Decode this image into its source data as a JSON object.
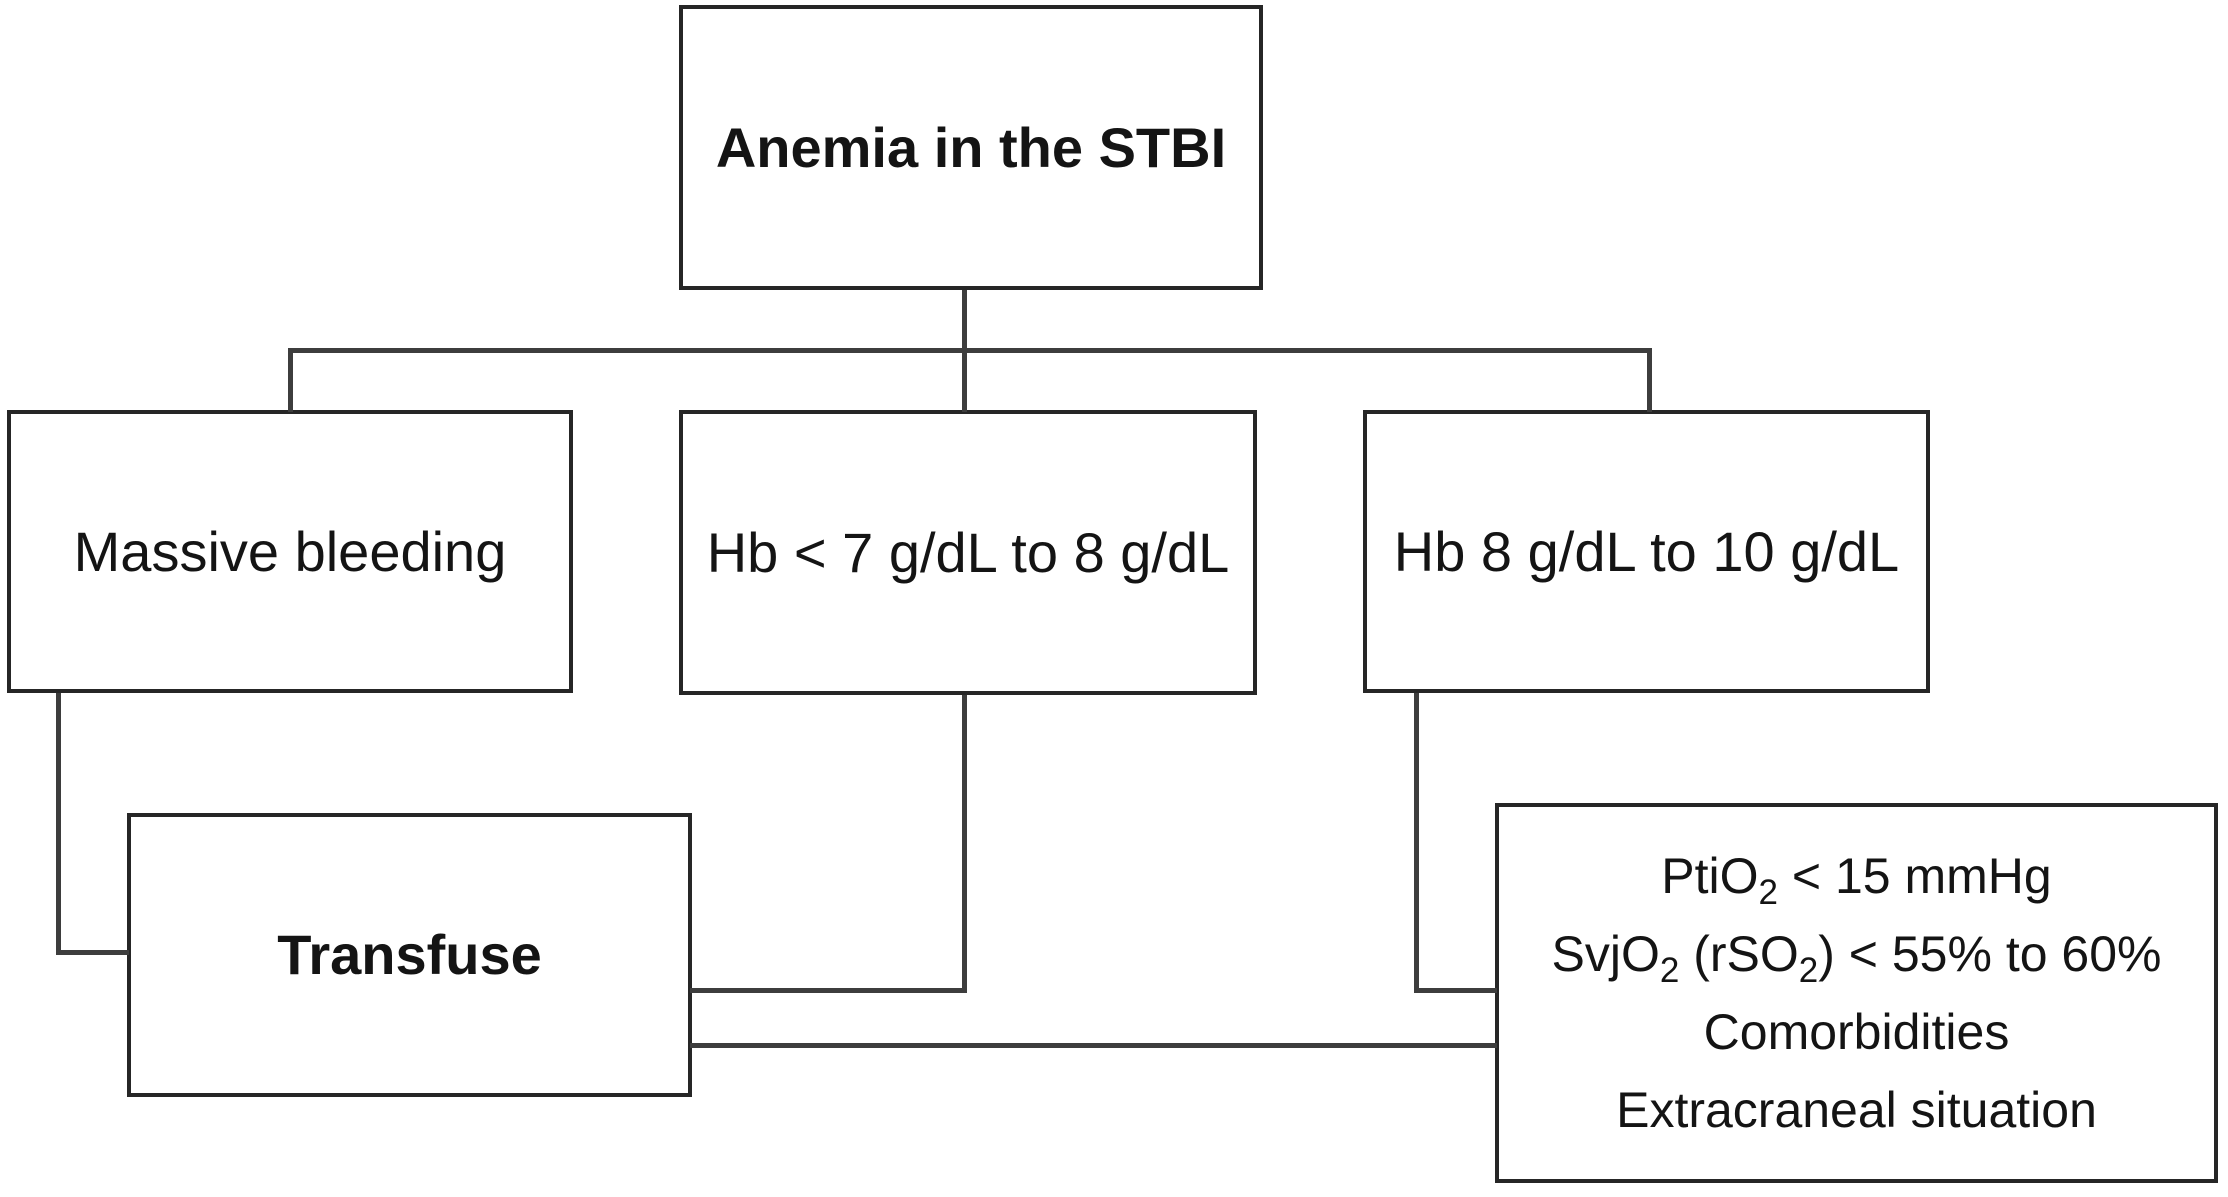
{
  "diagram": {
    "background_color": "#ffffff",
    "border_color": "#262626",
    "line_color": "#3d3d3d",
    "text_color": "#141414",
    "nodes": {
      "root": {
        "label": "Anemia in the STBI",
        "emphasis": "bold"
      },
      "massive_bleeding": {
        "label": "Massive bleeding"
      },
      "hb_7_8": {
        "label": "Hb < 7 g/dL to 8 g/dL"
      },
      "hb_8_10": {
        "label": "Hb 8 g/dL to 10 g/dL"
      },
      "transfuse": {
        "label": "Transfuse",
        "emphasis": "bold"
      },
      "criteria": {
        "lines": [
          "PtiO₂ < 15 mmHg",
          "SvjO₂ (rSO₂) < 55% to 60%",
          "Comorbidities",
          "Extracraneal situation"
        ]
      }
    },
    "edges": [
      [
        "root",
        "massive_bleeding"
      ],
      [
        "root",
        "hb_7_8"
      ],
      [
        "root",
        "hb_8_10"
      ],
      [
        "massive_bleeding",
        "transfuse"
      ],
      [
        "hb_7_8",
        "transfuse"
      ],
      [
        "hb_8_10",
        "criteria"
      ],
      [
        "criteria",
        "transfuse"
      ]
    ]
  }
}
